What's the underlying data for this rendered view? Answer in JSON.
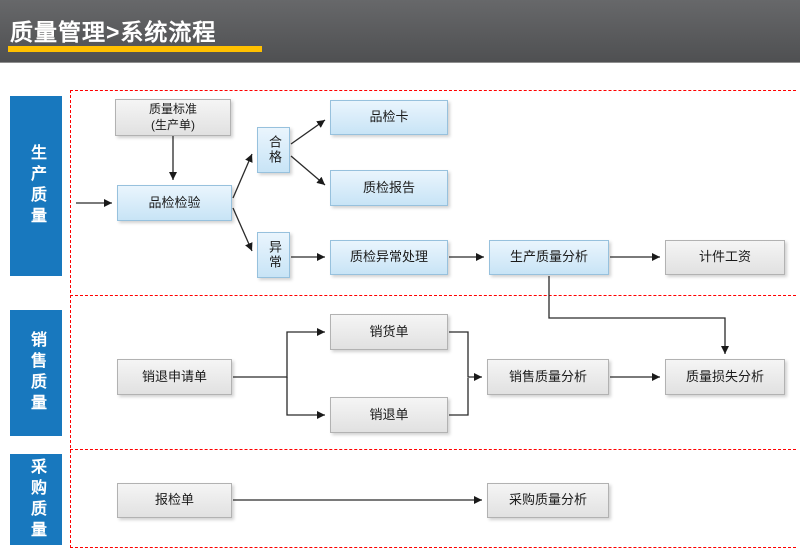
{
  "header": {
    "title": "质量管理>系统流程"
  },
  "lanes": [
    {
      "id": "production",
      "label": "生产质量"
    },
    {
      "id": "sales",
      "label": "销售质量"
    },
    {
      "id": "purchase",
      "label": "采购质量"
    }
  ],
  "nodes": {
    "quality_standard": "质量标准\n(生产单)",
    "inspection": "品检检验",
    "qualified": "合格",
    "abnormal": "异常",
    "inspection_card": "品检卡",
    "inspection_report": "质检报告",
    "abnormal_handling": "质检异常处理",
    "production_quality_analysis": "生产质量分析",
    "piecework_wage": "计件工资",
    "sales_return_request": "销退申请单",
    "sales_order": "销货单",
    "sales_return": "销退单",
    "sales_quality_analysis": "销售质量分析",
    "quality_loss_analysis": "质量损失分析",
    "inspection_request": "报检单",
    "purchase_quality_analysis": "采购质量分析"
  },
  "colors": {
    "header_bg": "#58595B",
    "accent_underline": "#FFC000",
    "lane_bar": "#1878BE",
    "blue_node_bg": "#CDE6F7",
    "gray_node_bg": "#E9E9E9",
    "divider": "#FF0000"
  }
}
